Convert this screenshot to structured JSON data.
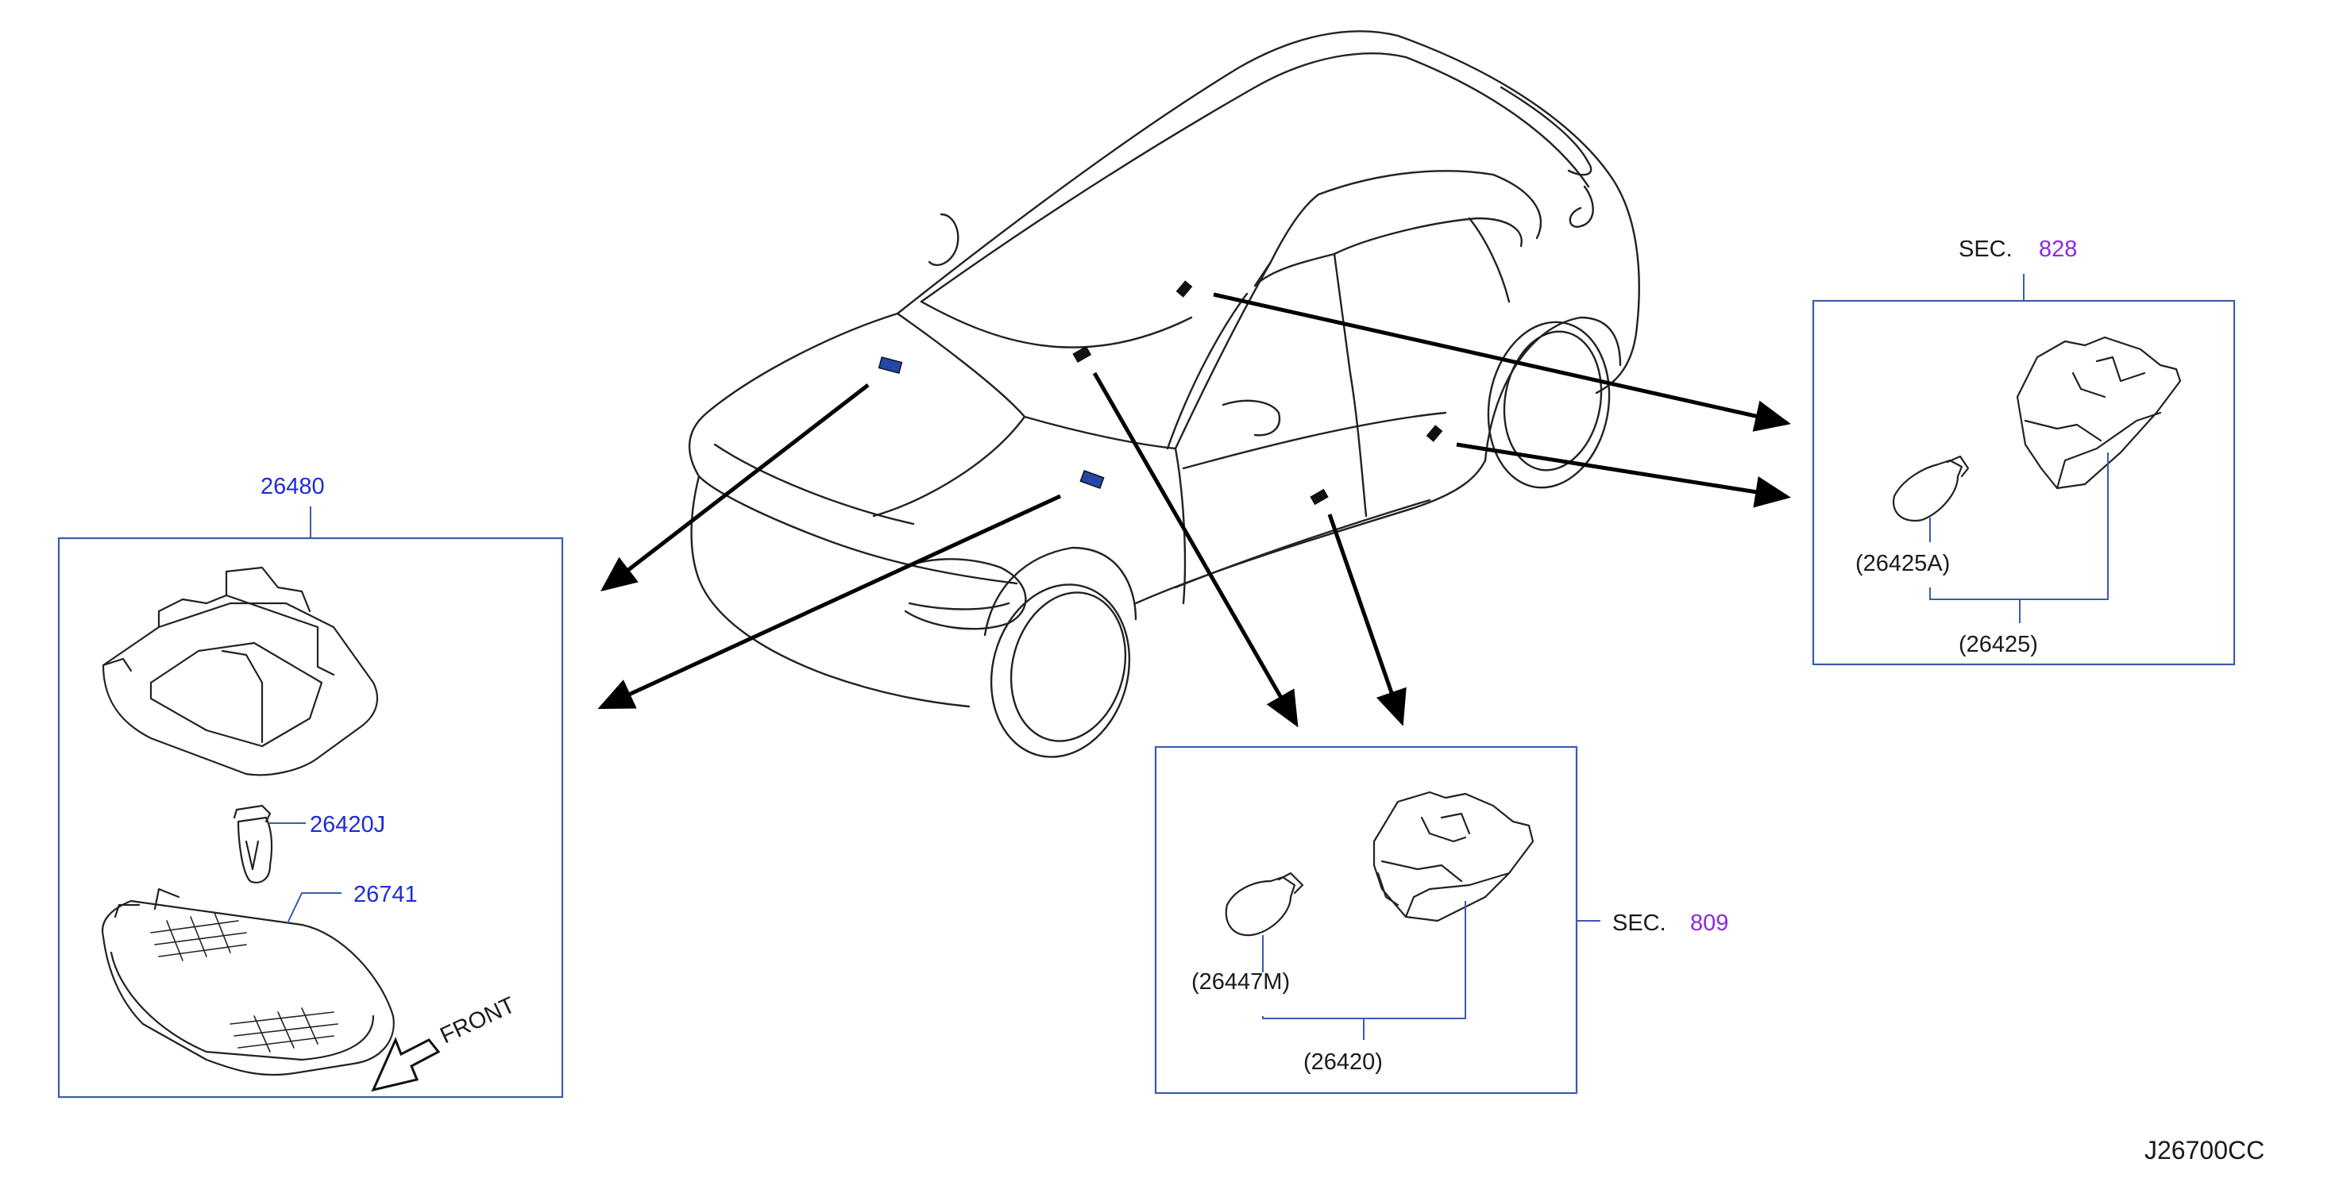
{
  "diagram": {
    "drawing_code": "J26700CC",
    "front_label": "FRONT",
    "parts": {
      "map_lamp_assy": "26480",
      "map_lamp_bulb": "26420J",
      "map_lamp_lens": "26741",
      "step_lamp_bulb": "(26425A)",
      "step_lamp_assy": "(26425)",
      "vanity_bulb": "(26447M)",
      "vanity_lamp_assy": "(26420)"
    },
    "sections": {
      "upper_prefix": "SEC.",
      "upper_number": "828",
      "lower_prefix": "SEC.",
      "lower_number": "809"
    }
  }
}
